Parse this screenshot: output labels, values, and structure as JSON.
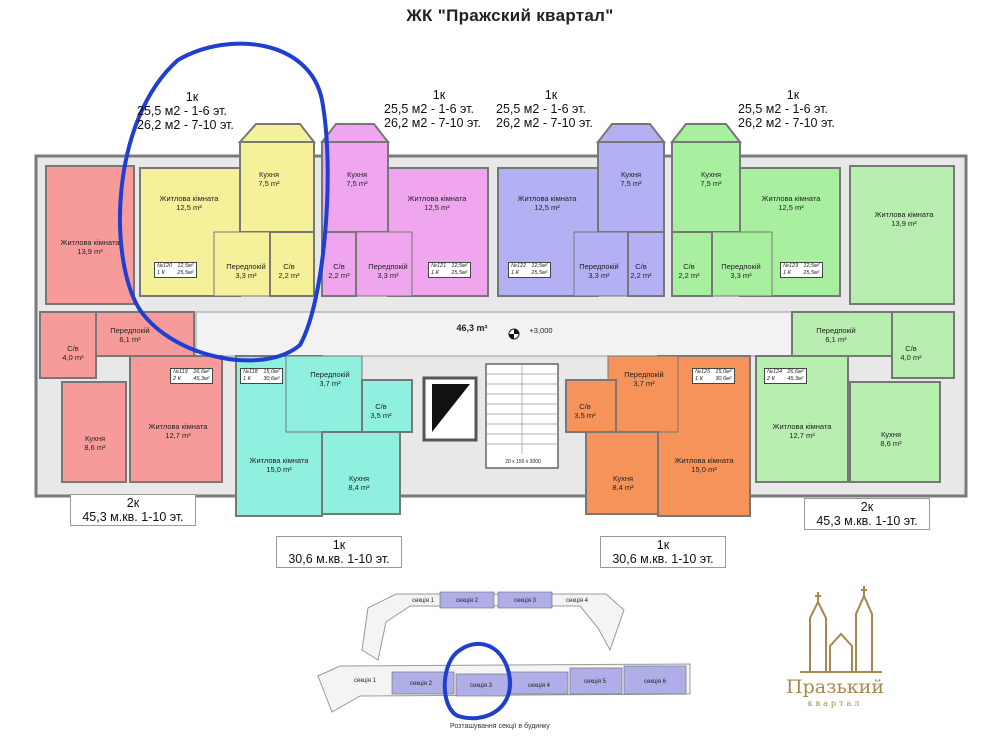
{
  "title": "ЖК \"Пражский квартал\"",
  "apt_labels": {
    "a1": {
      "type": "1к",
      "area1": "25,5 м2 - 1-6 эт.",
      "area2": "26,2 м2 - 7-10 эт."
    },
    "a2": {
      "type": "1к",
      "area1": "25,5 м2 - 1-6 эт.",
      "area2": "26,2 м2 - 7-10 эт."
    },
    "a3": {
      "type": "1к",
      "area1": "25,5 м2 - 1-6 эт.",
      "area2": "26,2 м2 - 7-10 эт."
    },
    "a4": {
      "type": "1к",
      "area1": "25,5 м2 - 1-6 эт.",
      "area2": "26,2 м2 - 7-10 эт."
    },
    "b_left": {
      "type": "2к",
      "area": "45,3 м.кв. 1-10 эт."
    },
    "b_right": {
      "type": "2к",
      "area": "45,3 м.кв. 1-10 эт."
    },
    "c_left": {
      "type": "1к",
      "area": "30,6 м.кв. 1-10 эт."
    },
    "c_right": {
      "type": "1к",
      "area": "30,6 м.кв. 1-10 эт."
    }
  },
  "rooms": {
    "living": "Житлова кімната",
    "kitchen": "Кухня",
    "hall": "Передпокій",
    "bath": "С/в",
    "a12_5": "12,5 m²",
    "a13_9": "13,9 m²",
    "a7_5": "7,5 m²",
    "a3_3": "3,3 m²",
    "a2_2": "2,2 m²",
    "a6_1": "6,1 m²",
    "a4_0": "4,0 m²",
    "a8_6": "8,6 m²",
    "a12_7": "12,7 m²",
    "a15_0": "15,0 m²",
    "a3_7": "3,7 m²",
    "a3_5": "3,5 m²",
    "a8_4": "8,4 m²",
    "corridor": "46,3 m²",
    "level": "+3,000",
    "stair_dim": "20 x 150 x 3000"
  },
  "tags": {
    "t120": [
      "№120",
      "12,5м²",
      "1 К",
      "25,5м²"
    ],
    "t121": [
      "№121",
      "12,5м²",
      "1 К",
      "25,5м²"
    ],
    "t122": [
      "№122",
      "12,5м²",
      "1 К",
      "25,5м²"
    ],
    "t123": [
      "№123",
      "12,5м²",
      "1 К",
      "25,5м²"
    ],
    "t119": [
      "№119",
      "26,6м²",
      "2 К",
      "45,3м²"
    ],
    "t118": [
      "№118",
      "15,0м²",
      "1 К",
      "30,6м²"
    ],
    "t125": [
      "№125",
      "15,0м²",
      "1 К",
      "30,6м²"
    ],
    "t124": [
      "№124",
      "26,6м²",
      "2 К",
      "45,3м²"
    ]
  },
  "top_sections": [
    "секція 1",
    "секція 2",
    "секція 3",
    "секція 4"
  ],
  "bottom_sections": [
    "секція 1",
    "секція 2",
    "секція 3",
    "секція 4",
    "секція 5",
    "секція 6"
  ],
  "caption": "Розташування секції в будинку",
  "logo": {
    "name": "Празький",
    "sub": "квартал"
  },
  "colors": {
    "yellow": "#f4f19a",
    "pink": "#f0a6ee",
    "lavender": "#b4b0f4",
    "green": "#a8f0a0",
    "salmon": "#f69a9a",
    "cyan": "#8ff0e0",
    "orange": "#f6935a",
    "lightgreen": "#b8eeb0",
    "wall": "#8a8a8a",
    "highlight": "#1f3fd0",
    "logo": "#a8884f"
  }
}
